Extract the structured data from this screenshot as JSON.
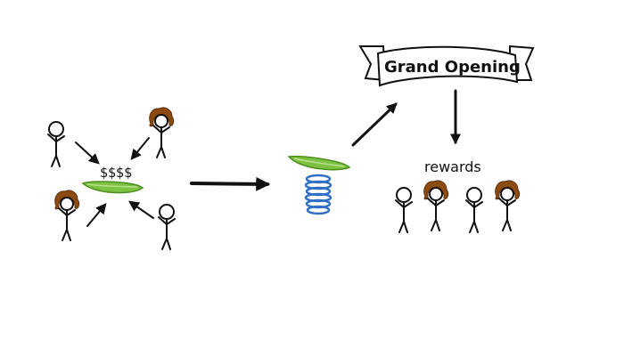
{
  "labels": {
    "money": "$$$$",
    "banner": "Grand Opening",
    "rewards": "rewards"
  },
  "colors": {
    "plate_green": "#7dc242",
    "spring_blue": "#2f6fc4",
    "hair_brown": "#8b4a10",
    "ink": "#111111"
  },
  "icons": [
    "stick-person",
    "stick-person-with-hair",
    "green-plate",
    "blue-spring",
    "banner-ribbon",
    "arrow"
  ]
}
